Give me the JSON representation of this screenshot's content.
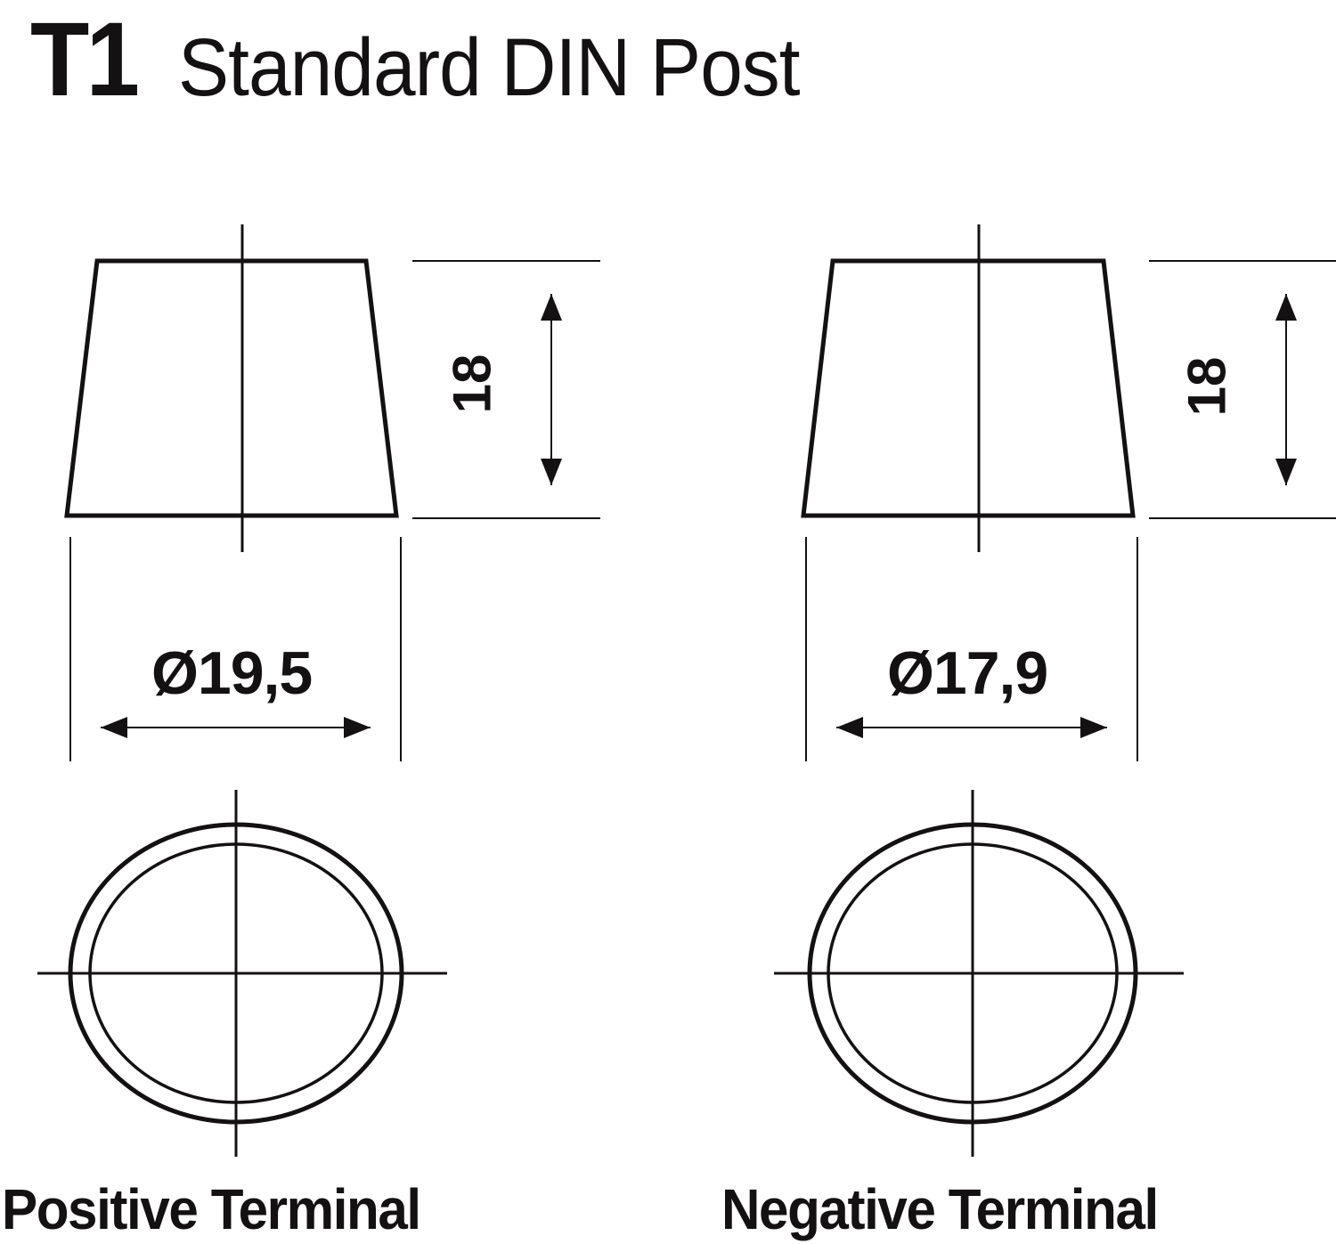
{
  "header": {
    "code": "T1",
    "title": "Standard DIN Post"
  },
  "terminals": [
    {
      "name": "Positive Terminal",
      "height_label": "18",
      "diameter_label": "Ø19,5",
      "height_mm": 18,
      "diameter_mm": 19.5
    },
    {
      "name": "Negative Terminal",
      "height_label": "18",
      "diameter_label": "Ø17,9",
      "height_mm": 18,
      "diameter_mm": 17.9
    }
  ],
  "colors": {
    "ink": "#141113",
    "background": "#ffffff"
  }
}
